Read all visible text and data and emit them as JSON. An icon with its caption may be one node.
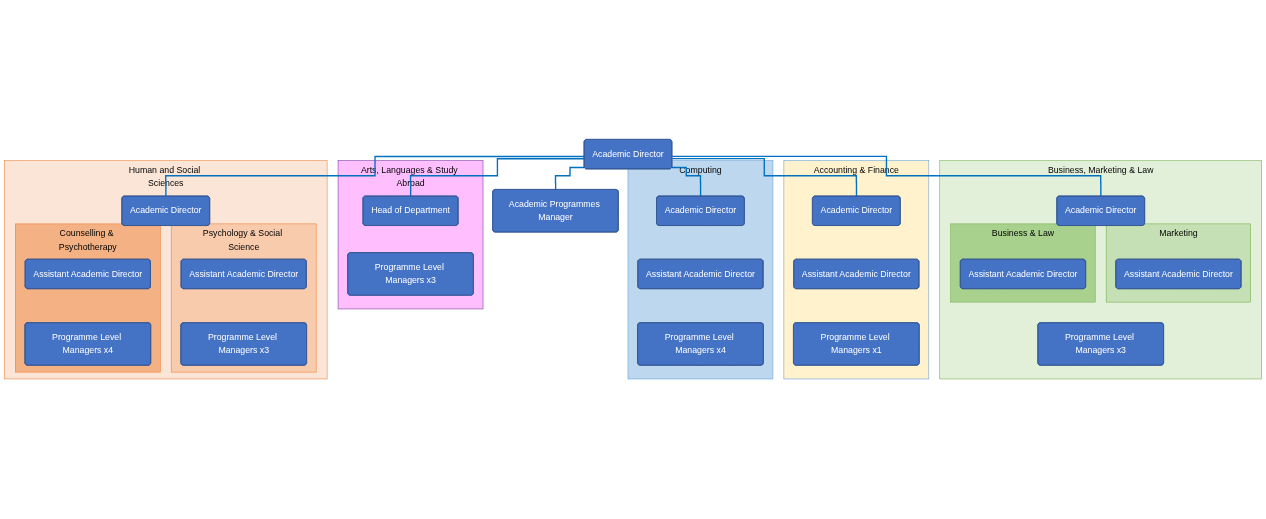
{
  "diagram": {
    "nodes": [
      {
        "text": [
          "Academic Director"
        ]
      },
      {
        "text": [
          "Human and Social Sciences"
        ]
      },
      {
        "text": [
          "Academic Director"
        ],
        "in": 1
      },
      {
        "text": [
          "Psychology & Social Science"
        ],
        "in": 1
      },
      {
        "text": [
          "Assistant Academic Director"
        ],
        "in": 3
      },
      {
        "text": [
          "Programme Level Managers x3"
        ],
        "in": 3
      },
      {
        "text": [
          "Counselling & Psychotherapy"
        ],
        "in": 1
      },
      {
        "text": [
          "Assistant Academic Director"
        ],
        "in": 6
      },
      {
        "text": [
          "Programme Level Managers x4"
        ],
        "in": 6
      },
      {
        "text": [
          "Computing"
        ]
      },
      {
        "text": [
          "Academic Director"
        ],
        "in": 9
      },
      {
        "text": [
          "Assistant Academic Director"
        ],
        "in": 9
      },
      {
        "text": [
          "Programme Level Managers x4"
        ],
        "in": 9
      },
      {
        "text": [
          "Accounting & Finance"
        ]
      },
      {
        "text": [
          "Academic Director"
        ],
        "in": 13
      },
      {
        "text": [
          "Assistant Academic Director"
        ],
        "in": 13
      },
      {
        "text": [
          "Programme Level Managers x1"
        ],
        "in": 13
      },
      {
        "text": [
          "Business, Marketing & Law"
        ]
      },
      {
        "text": [
          "Academic Director"
        ],
        "in": 17
      },
      {
        "text": [
          "Business & Law"
        ],
        "in": 17
      },
      {
        "text": [
          "Assistant Academic Director"
        ],
        "in": 19
      },
      {
        "text": [
          "Marketing"
        ],
        "in": 17
      },
      {
        "text": [
          "Assistant Academic Director"
        ],
        "in": 21
      },
      {
        "text": [
          "Programme Level Managers x3"
        ],
        "in": 17
      },
      {
        "text": [
          "Arts, Languages & Study Abroad"
        ]
      },
      {
        "text": [
          "Head of Department"
        ],
        "in": 24
      },
      {
        "text": [
          "Programme Level Managers x3"
        ],
        "in": 24
      },
      {
        "text": [
          "Academic Programmes Manager"
        ]
      }
    ],
    "edges": [
      {
        "from": 0,
        "to": 2,
        "arrow": "none"
      },
      {
        "from": 0,
        "to": 10,
        "arrow": "none"
      },
      {
        "from": 0,
        "to": 14,
        "arrow": "none"
      },
      {
        "from": 0,
        "to": 18,
        "arrow": "none"
      },
      {
        "from": 0,
        "to": 25,
        "arrow": "none"
      },
      {
        "from": 0,
        "to": 27,
        "arrow": "none"
      }
    ]
  }
}
